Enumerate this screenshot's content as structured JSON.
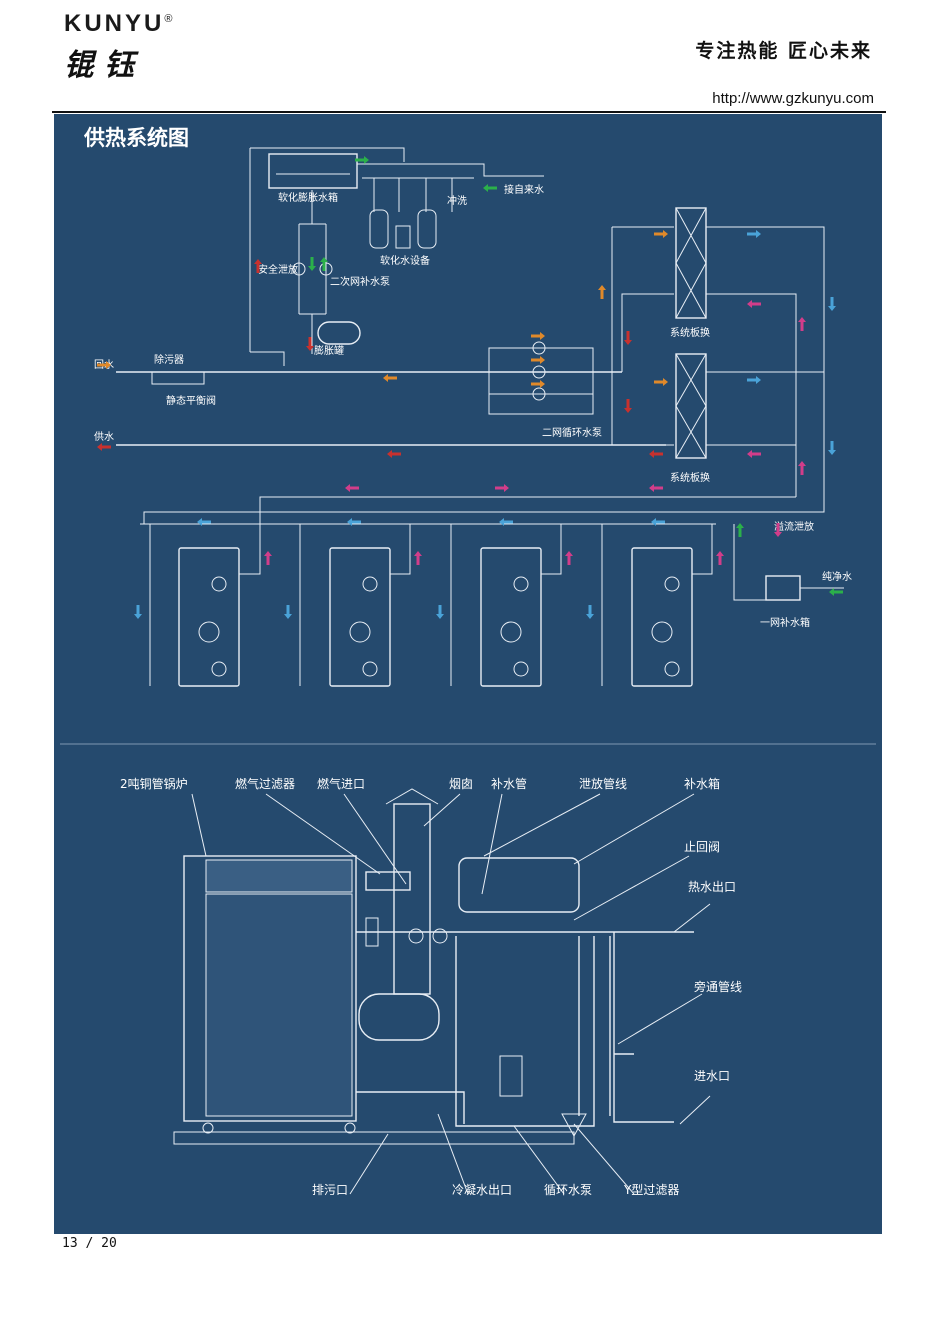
{
  "header": {
    "brand_en": "KUNYU",
    "brand_reg": "®",
    "brand_cn": "锟钰",
    "slogan": "专注热能  匠心未来",
    "url": "http://www.gzkunyu.com"
  },
  "diagram": {
    "title": "供热系统图",
    "labels": {
      "soft_tank": "软化膨胀水箱",
      "tap_water": "接自来水",
      "flush": "冲洗",
      "softener": "软化水设备",
      "safety_drain": "安全泄放",
      "secondary_pump": "二次网补水泵",
      "expansion_tank": "膨胀罐",
      "return_water": "回水",
      "dirt_separator": "除污器",
      "balance_valve": "静态平衡阀",
      "supply_water": "供水",
      "circ_pump": "二网循环水泵",
      "plate_hx_1": "系统板换",
      "plate_hx_2": "系统板换",
      "overflow": "溢流泄放",
      "pure_water": "纯净水",
      "primary_tank": "一网补水箱"
    },
    "arrow_colors": {
      "green": "#2bb04a",
      "red": "#c8312e",
      "orange": "#e0892a",
      "blue": "#4aa3d8",
      "pink": "#d23d8a"
    }
  },
  "equipment": {
    "labels": {
      "boiler": "2吨铜管锅炉",
      "gas_filter": "燃气过滤器",
      "gas_inlet": "燃气进口",
      "chimney": "烟囱",
      "makeup_pipe": "补水管",
      "drain_line": "泄放管线",
      "makeup_tank": "补水箱",
      "check_valve": "止回阀",
      "hot_outlet": "热水出口",
      "bypass": "旁通管线",
      "inlet": "进水口",
      "blowdown": "排污口",
      "condensate": "冷凝水出口",
      "circ_pump": "循环水泵",
      "y_filter": "Y型过滤器"
    }
  },
  "footer": {
    "page": "13 / 20"
  }
}
